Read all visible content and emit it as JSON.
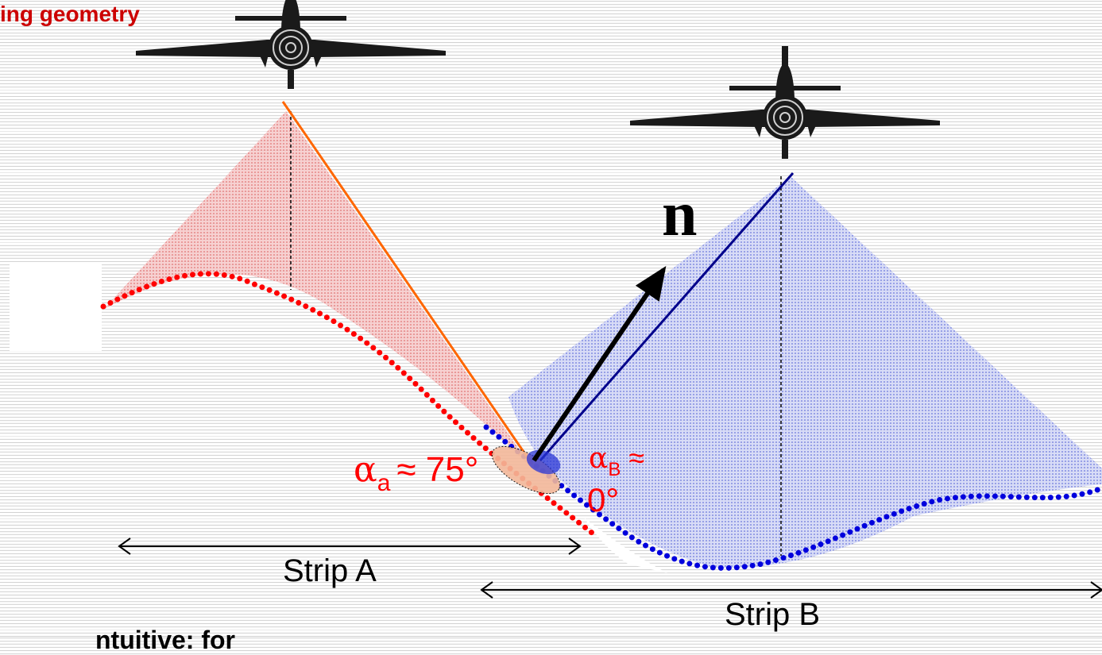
{
  "title": "ing geometry",
  "normal_label": "n",
  "angle_a": {
    "symbol": "α",
    "subscript": "a",
    "approx": "≈",
    "value": "75°"
  },
  "angle_b": {
    "symbol": "α",
    "subscript": "B",
    "approx": "≈",
    "value": "0°"
  },
  "strip_a_label": "Strip A",
  "strip_b_label": "Strip B",
  "bottom_text": "ntuitive: for",
  "colors": {
    "title": "#cc0000",
    "strip_a_cone": "#f2a7a7",
    "strip_b_cone": "#a9b2ee",
    "ray_a": "#ff6600",
    "ray_b": "#00008b",
    "terrain_a_dots": "#ff0000",
    "terrain_b_dots": "#0000dd"
  }
}
